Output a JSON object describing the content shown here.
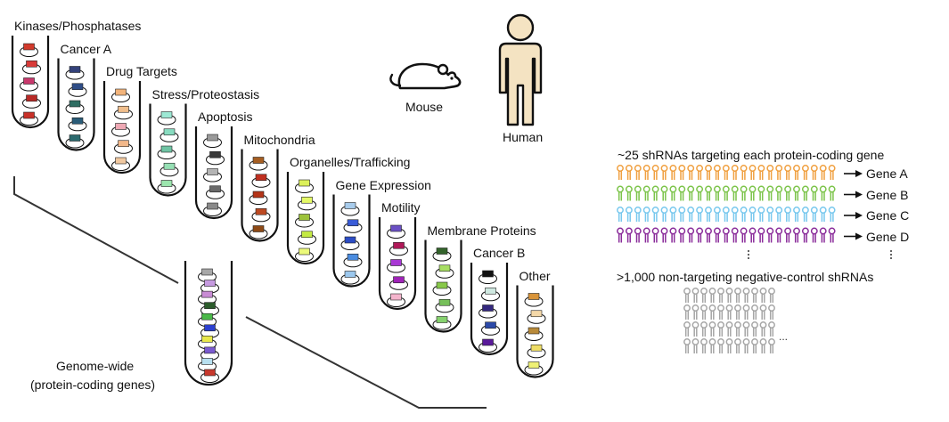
{
  "libraries": [
    {
      "label": "Kinases/Phosphatases",
      "colors": [
        "#d23a2c",
        "#d83a38",
        "#c8386c",
        "#b82a26",
        "#c83028"
      ]
    },
    {
      "label": "Cancer A",
      "colors": [
        "#34427a",
        "#2e4c86",
        "#2e6d62",
        "#2a5c78",
        "#2c6a6e"
      ]
    },
    {
      "label": "Drug Targets",
      "colors": [
        "#f2b37a",
        "#f0be8c",
        "#eea8b4",
        "#f2b88a",
        "#f0c8a0"
      ]
    },
    {
      "label": "Stress/Proteostasis",
      "colors": [
        "#9de8d4",
        "#88dcc0",
        "#6fc4a4",
        "#96e0b4",
        "#9ce6ae"
      ]
    },
    {
      "label": "Apoptosis",
      "colors": [
        "#9a9a9a",
        "#3a3a3a",
        "#b4b4b4",
        "#6a6a6a",
        "#8a8a8a"
      ]
    },
    {
      "label": "Mitochondria",
      "colors": [
        "#a55e22",
        "#c03020",
        "#b43418",
        "#bd4a22",
        "#8e4a16"
      ]
    },
    {
      "label": "Organelles/Trafficking",
      "colors": [
        "#dcf05a",
        "#e4f866",
        "#9cc23a",
        "#c4ea44",
        "#ecfa7a"
      ]
    },
    {
      "label": "Gene Expression",
      "colors": [
        "#a8ccec",
        "#3a5cd8",
        "#2c4cc4",
        "#4a8ce0",
        "#9cc8ee"
      ]
    },
    {
      "label": "Motility",
      "colors": [
        "#6a50c4",
        "#b01858",
        "#a838d4",
        "#a024b8",
        "#f4b4cc"
      ]
    },
    {
      "label": "Membrane Proteins",
      "colors": [
        "#34642c",
        "#a8de64",
        "#88c84a",
        "#76c05a",
        "#86d26e"
      ]
    },
    {
      "label": "Cancer B",
      "colors": [
        "#111111",
        "#cfe8e0",
        "#34287e",
        "#2c4aa8",
        "#5a1a9a"
      ]
    },
    {
      "label": "Other",
      "colors": [
        "#d8943a",
        "#f4d8a8",
        "#b88a3a",
        "#eedd66",
        "#eef074"
      ]
    }
  ],
  "genome_wide": {
    "label_line1": "Genome-wide",
    "label_line2": "(protein-coding genes)",
    "colors": [
      "#a8a8a8",
      "#c69ae0",
      "#c88cd4",
      "#2c5c2c",
      "#4ab848",
      "#2c40d0",
      "#e8e84a",
      "#7a5ad0",
      "#b8e0f0",
      "#c8382c"
    ]
  },
  "organisms": {
    "mouse": "Mouse",
    "human": "Human"
  },
  "shrna": {
    "header": "~25 shRNAs targeting each protein-coding gene",
    "rows": [
      {
        "gene": "Gene A",
        "color": "#f0a040"
      },
      {
        "gene": "Gene B",
        "color": "#7cc44a"
      },
      {
        "gene": "Gene C",
        "color": "#78c8ee"
      },
      {
        "gene": "Gene D",
        "color": "#8a2c9a"
      }
    ],
    "control_header": ">1,000 non-targeting negative-control shRNAs",
    "control_color": "#a6a6a6",
    "ellipsis": "..."
  }
}
